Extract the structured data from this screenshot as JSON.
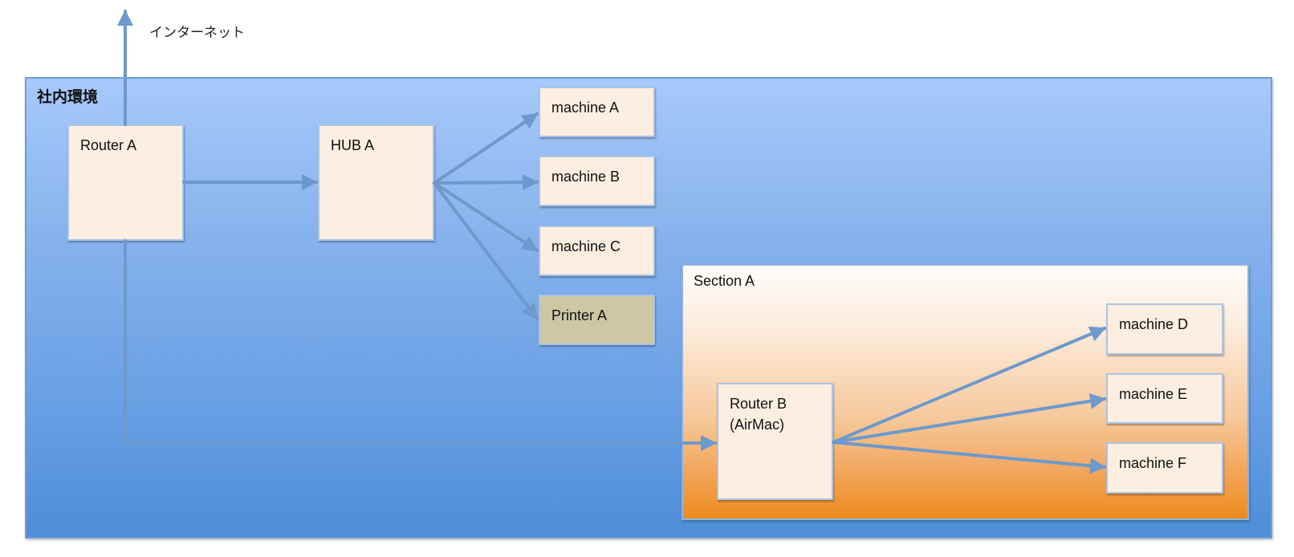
{
  "internet": {
    "label": "インターネット"
  },
  "zone": {
    "title": "社内環境"
  },
  "section": {
    "title": "Section A"
  },
  "nodes": {
    "router_a": "Router A",
    "hub_a": "HUB A",
    "machine_a": "machine A",
    "machine_b": "machine B",
    "machine_c": "machine C",
    "printer_a": "Printer A",
    "router_b": "Router B\n(AirMac)",
    "machine_d": "machine D",
    "machine_e": "machine E",
    "machine_f": "machine F"
  },
  "colors": {
    "connector": "#6d99cc",
    "node_fill": "#fdeee2",
    "printer_fill": "#cdc8a4",
    "zone_top": "#a7c9fb",
    "zone_bottom": "#4e8ed8",
    "section_bottom": "#ee8a1e"
  }
}
